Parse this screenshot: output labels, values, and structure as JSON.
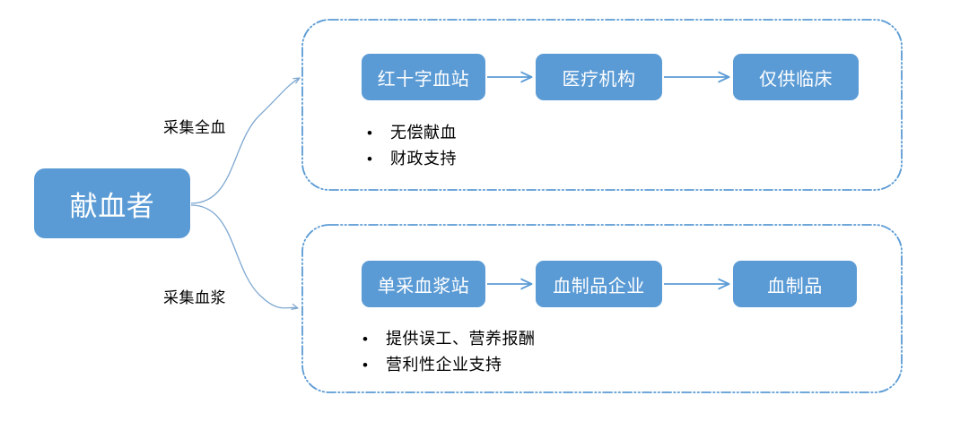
{
  "diagram": {
    "title_source": "blood-donation-supply-chain",
    "colors": {
      "node_fill": "#5B9BD5",
      "node_text": "#FFFFFF",
      "connector": "#5B9BD5",
      "group_border": "#5B9BD5",
      "body_text": "#000000",
      "background": "#FFFFFF"
    },
    "source_node": {
      "label": "献血者"
    },
    "branches": [
      {
        "id": "whole-blood",
        "edge_label": "采集全血",
        "flow": [
          {
            "label": "红十字血站"
          },
          {
            "label": "医疗机构"
          },
          {
            "label": "仅供临床"
          }
        ],
        "notes": [
          "无偿献血",
          "财政支持"
        ]
      },
      {
        "id": "plasma",
        "edge_label": "采集血浆",
        "flow": [
          {
            "label": "单采血浆站"
          },
          {
            "label": "血制品企业"
          },
          {
            "label": "血制品"
          }
        ],
        "notes": [
          "提供误工、营养报酬",
          "营利性企业支持"
        ]
      }
    ],
    "bullet_glyph": "•"
  }
}
